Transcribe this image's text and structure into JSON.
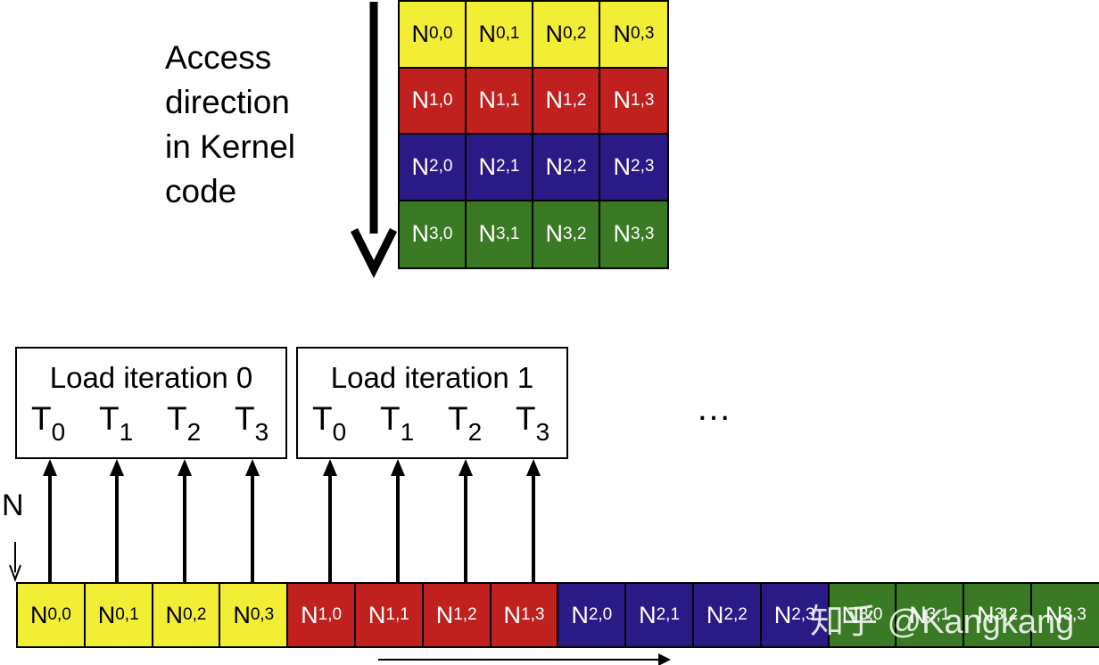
{
  "caption": [
    "Access",
    "direction",
    "in Kernel",
    "code"
  ],
  "matrix": {
    "rows": [
      {
        "color": "yellow",
        "cells": [
          {
            "b": "N",
            "s": "0,0"
          },
          {
            "b": "N",
            "s": "0,1"
          },
          {
            "b": "N",
            "s": "0,2"
          },
          {
            "b": "N",
            "s": "0,3"
          }
        ]
      },
      {
        "color": "red",
        "cells": [
          {
            "b": "N",
            "s": "1,0"
          },
          {
            "b": "N ",
            "s": "1,1"
          },
          {
            "b": "N ",
            "s": "1,2"
          },
          {
            "b": "N ",
            "s": "1,3"
          }
        ]
      },
      {
        "color": "blue",
        "cells": [
          {
            "b": "N",
            "s": "2,0"
          },
          {
            "b": "N",
            "s": "2,1"
          },
          {
            "b": "N",
            "s": "2,2"
          },
          {
            "b": "N",
            "s": "2,3"
          }
        ]
      },
      {
        "color": "green",
        "cells": [
          {
            "b": "N",
            "s": "3,0"
          },
          {
            "b": "N",
            "s": "3,1"
          },
          {
            "b": "N",
            "s": "3,2"
          },
          {
            "b": "N",
            "s": "3,3"
          }
        ]
      }
    ]
  },
  "iterations": [
    {
      "title": "Load iteration 0",
      "threads": [
        {
          "b": "T",
          "s": "0"
        },
        {
          "b": "T",
          "s": "1"
        },
        {
          "b": "T",
          "s": "2"
        },
        {
          "b": "T",
          "s": "3"
        }
      ]
    },
    {
      "title": "Load iteration 1",
      "threads": [
        {
          "b": "T",
          "s": "0"
        },
        {
          "b": "T",
          "s": "1"
        },
        {
          "b": "T",
          "s": "2"
        },
        {
          "b": "T",
          "s": "3"
        }
      ]
    }
  ],
  "ellipsis": "…",
  "n_label": "N",
  "memory": [
    {
      "color": "yellow",
      "b": "N",
      "s": "0,0"
    },
    {
      "color": "yellow",
      "b": "N",
      "s": "0,1"
    },
    {
      "color": "yellow",
      "b": "N",
      "s": "0,2"
    },
    {
      "color": "yellow",
      "b": "N",
      "s": "0,3"
    },
    {
      "color": "red",
      "b": "N",
      "s": "1,0"
    },
    {
      "color": "red",
      "b": "N",
      "s": "1,1"
    },
    {
      "color": "red",
      "b": "N",
      "s": "1,2"
    },
    {
      "color": "red",
      "b": "N",
      "s": "1,3"
    },
    {
      "color": "blue",
      "b": "N",
      "s": "2,0"
    },
    {
      "color": "blue",
      "b": "N",
      "s": "2,1"
    },
    {
      "color": "blue",
      "b": "N",
      "s": "2,2"
    },
    {
      "color": "blue",
      "b": "N",
      "s": "2,3"
    },
    {
      "color": "green",
      "b": "N",
      "s": "3,0"
    },
    {
      "color": "green",
      "b": "N",
      "s": "3,1"
    },
    {
      "color": "green",
      "b": "N",
      "s": "3,2"
    },
    {
      "color": "green",
      "b": "N",
      "s": "3,3"
    }
  ],
  "watermark": "知乎 @Kangkang",
  "colors": {
    "yellow": "#f2ee35",
    "red": "#c0201e",
    "blue": "#2a1a86",
    "green": "#3a7a25"
  }
}
